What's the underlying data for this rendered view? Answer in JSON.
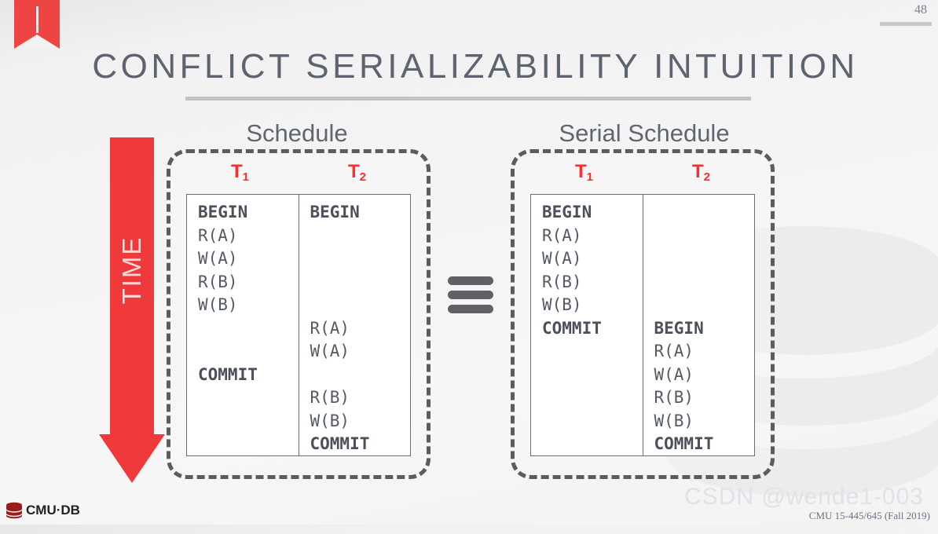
{
  "slide": {
    "page_number": "48",
    "title": "CONFLICT SERIALIZABILITY INTUITION",
    "time_label": "TIME",
    "equivalence_symbol": "equivalent-to",
    "accent_red": "#ee4444",
    "title_color": "#5d6470",
    "tx_label_color": "#ff2d2d"
  },
  "schedules": [
    {
      "caption": "Schedule",
      "columns": [
        {
          "header": "T",
          "header_sub": "1",
          "ops": [
            "BEGIN",
            "R(A)",
            "W(A)",
            "R(B)",
            "W(B)",
            "",
            "",
            "COMMIT",
            "",
            "",
            ""
          ]
        },
        {
          "header": "T",
          "header_sub": "2",
          "ops": [
            "BEGIN",
            "",
            "",
            "",
            "",
            "R(A)",
            "W(A)",
            "",
            "R(B)",
            "W(B)",
            "COMMIT"
          ]
        }
      ]
    },
    {
      "caption": "Serial Schedule",
      "columns": [
        {
          "header": "T",
          "header_sub": "1",
          "ops": [
            "BEGIN",
            "R(A)",
            "W(A)",
            "R(B)",
            "W(B)",
            "COMMIT",
            "",
            "",
            "",
            "",
            ""
          ]
        },
        {
          "header": "T",
          "header_sub": "2",
          "ops": [
            "",
            "",
            "",
            "",
            "",
            "BEGIN",
            "R(A)",
            "W(A)",
            "R(B)",
            "W(B)",
            "COMMIT"
          ]
        }
      ]
    }
  ],
  "footer": {
    "logo_text": "CMU·DB",
    "course": "CMU 15-445/645 (Fall 2019)",
    "watermark": "CSDN @wende1-003"
  }
}
